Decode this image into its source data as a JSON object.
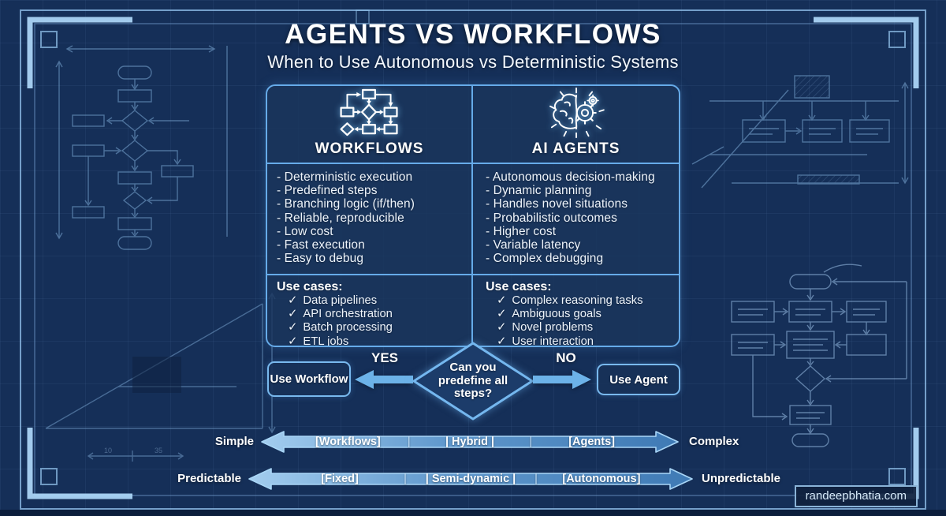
{
  "header": {
    "title": "AGENTS VS WORKFLOWS",
    "subtitle": "When to Use Autonomous vs Deterministic Systems"
  },
  "comparison": {
    "workflows": {
      "title": "WORKFLOWS",
      "icon": "flowchart-icon",
      "features": [
        "- Deterministic execution",
        "- Predefined steps",
        "- Branching logic (if/then)",
        "- Reliable, reproducible",
        "- Low cost",
        "- Fast execution",
        "- Easy to debug"
      ],
      "use_cases_label": "Use cases:",
      "use_cases": [
        "Data pipelines",
        "API orchestration",
        "Batch processing",
        "ETL jobs"
      ]
    },
    "agents": {
      "title": "AI AGENTS",
      "icon": "brain-gear-icon",
      "features": [
        "- Autonomous decision-making",
        "- Dynamic planning",
        "- Handles novel situations",
        "- Probabilistic outcomes",
        "- Higher cost",
        "- Variable latency",
        "- Complex debugging"
      ],
      "use_cases_label": "Use cases:",
      "use_cases": [
        "Complex reasoning tasks",
        "Ambiguous goals",
        "Novel problems",
        "User interaction"
      ]
    }
  },
  "decision": {
    "question": "Can you predefine all steps?",
    "yes_label": "YES",
    "no_label": "NO",
    "yes_action": "Use Workflow",
    "no_action": "Use Agent"
  },
  "spectrums": [
    {
      "left_label": "Simple",
      "right_label": "Complex",
      "segments": [
        "[Workflows]",
        "| Hybrid |",
        "[Agents]"
      ],
      "divider": "|"
    },
    {
      "left_label": "Predictable",
      "right_label": "Unpredictable",
      "segments": [
        "[Fixed]",
        "| Semi-dynamic |",
        "[Autonomous]"
      ],
      "divider": "|"
    }
  ],
  "background": {
    "dim_labels": [
      "10",
      "35"
    ]
  },
  "glyphs": {
    "check": "✓"
  },
  "watermark": "randeepbhatia.com",
  "colors": {
    "background": "#152f58",
    "panel": "#1d3e6c",
    "border": "#66abe9",
    "accent_arrow": "#6cb2e8",
    "bracket": "#a9d6f7",
    "text": "#ffffff"
  }
}
